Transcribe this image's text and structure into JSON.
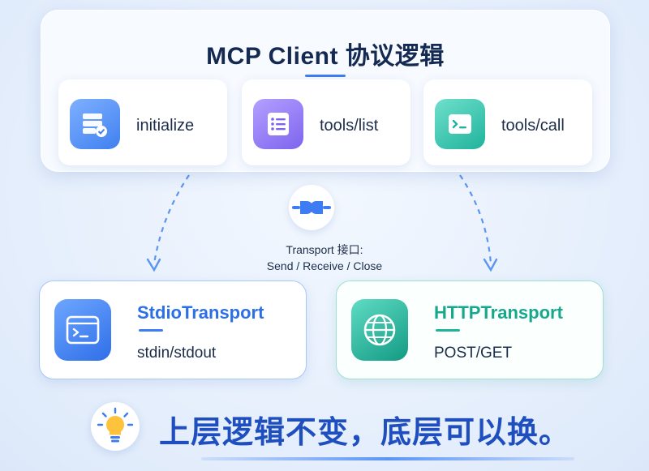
{
  "title": "MCP Client 协议逻辑",
  "methods": [
    {
      "label": "initialize",
      "icon": "server-check-icon"
    },
    {
      "label": "tools/list",
      "icon": "list-icon"
    },
    {
      "label": "tools/call",
      "icon": "terminal-icon"
    }
  ],
  "interface": {
    "title": "Transport 接口:",
    "ops": "Send / Receive / Close",
    "icon": "plug-icon"
  },
  "transports": [
    {
      "name": "StdioTransport",
      "detail": "stdin/stdout",
      "icon": "terminal-window-icon",
      "color": "#2c6fe6"
    },
    {
      "name": "HTTPTransport",
      "detail": "POST/GET",
      "icon": "globe-icon",
      "color": "#17a88c"
    }
  ],
  "footer": {
    "text": "上层逻辑不变，底层可以换。",
    "icon": "lightbulb-icon"
  }
}
